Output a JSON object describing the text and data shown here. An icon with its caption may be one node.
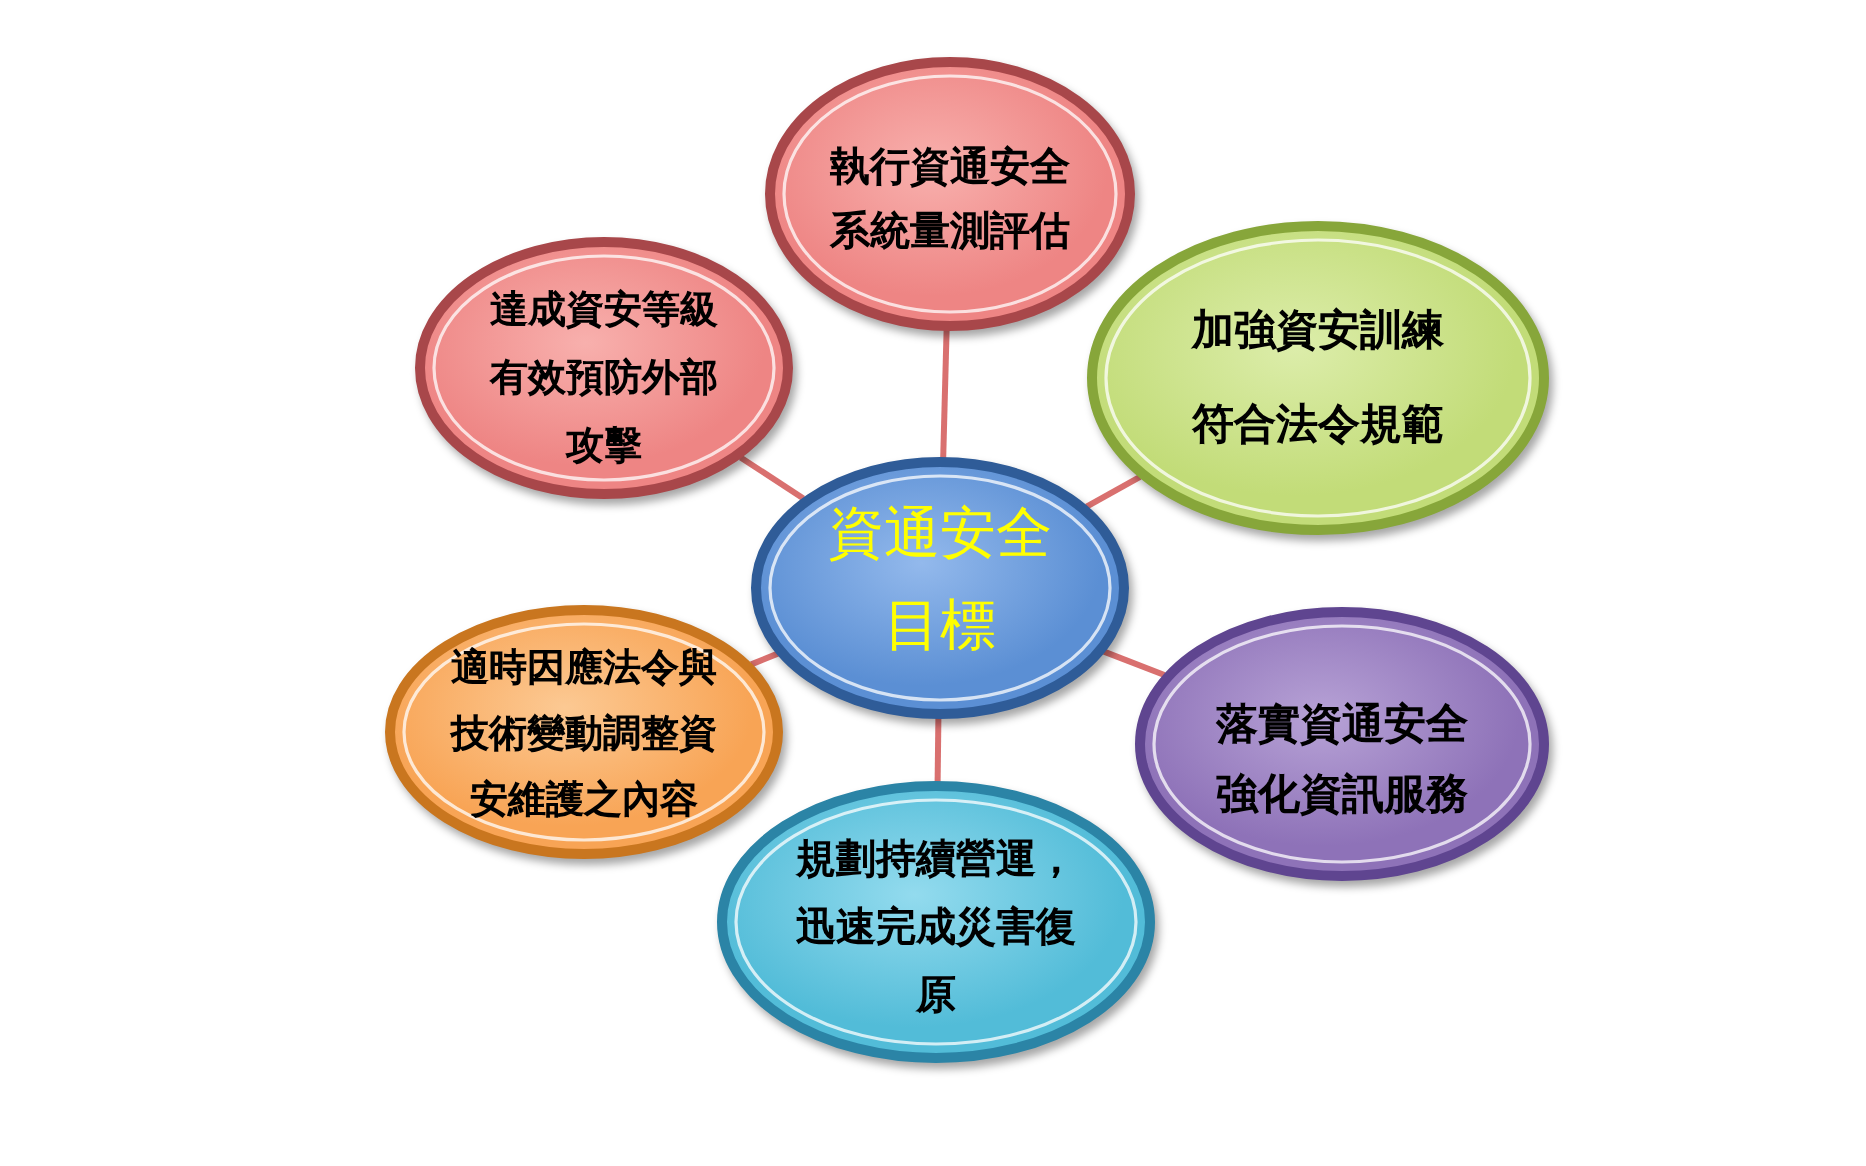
{
  "diagram": {
    "nodes": [
      {
        "text": [
          "資通安全目標"
        ]
      },
      {
        "text": [
          "執行資通安全系統量測評估"
        ]
      },
      {
        "text": [
          "加強資安訓練符合法令規範"
        ]
      },
      {
        "text": [
          "落實資通安全強化資訊服務"
        ]
      },
      {
        "text": [
          "規劃持續營運，迅速完成災害復原"
        ]
      },
      {
        "text": [
          "適時因應法令與技術變動調整資安維護之內容"
        ]
      },
      {
        "text": [
          "達成資安等級有效預防外部攻擊"
        ]
      }
    ],
    "edges": [
      {
        "from": 0,
        "to": 1,
        "arrow": "none"
      },
      {
        "from": 0,
        "to": 2,
        "arrow": "none"
      },
      {
        "from": 0,
        "to": 3,
        "arrow": "none"
      },
      {
        "from": 0,
        "to": 4,
        "arrow": "none"
      },
      {
        "from": 0,
        "to": 5,
        "arrow": "none"
      },
      {
        "from": 0,
        "to": 6,
        "arrow": "none"
      }
    ]
  }
}
